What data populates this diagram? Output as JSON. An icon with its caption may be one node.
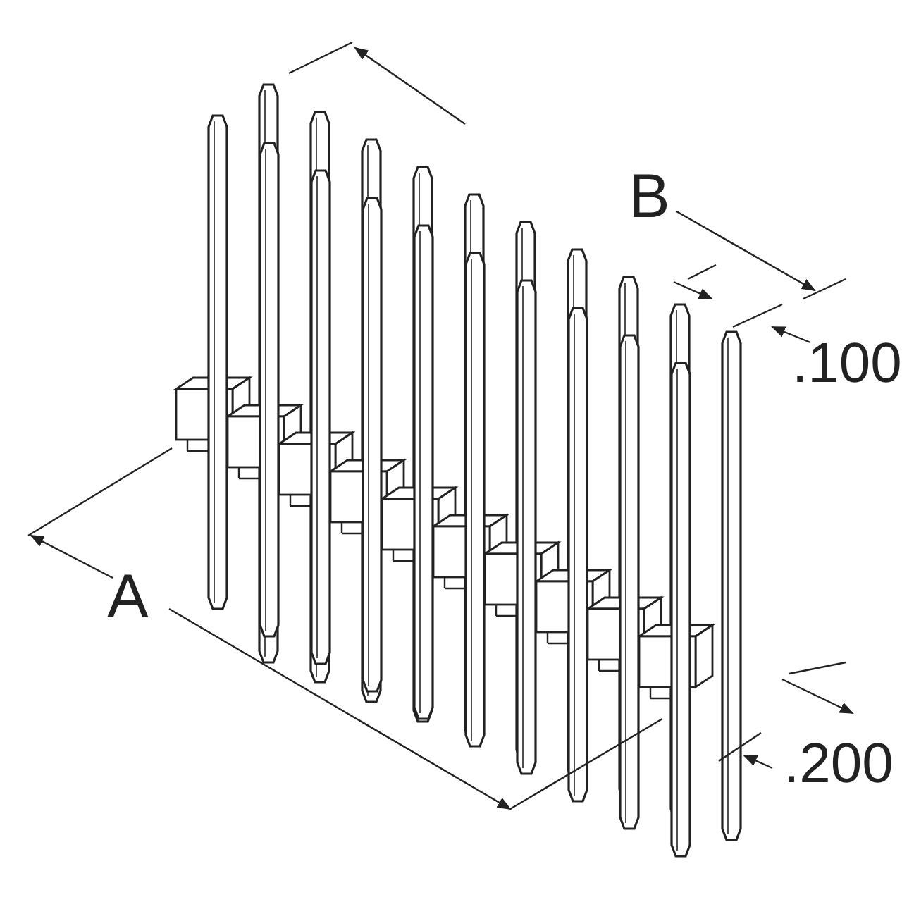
{
  "diagram": {
    "labels": [
      "B",
      ".100",
      "A",
      ".200"
    ]
  }
}
